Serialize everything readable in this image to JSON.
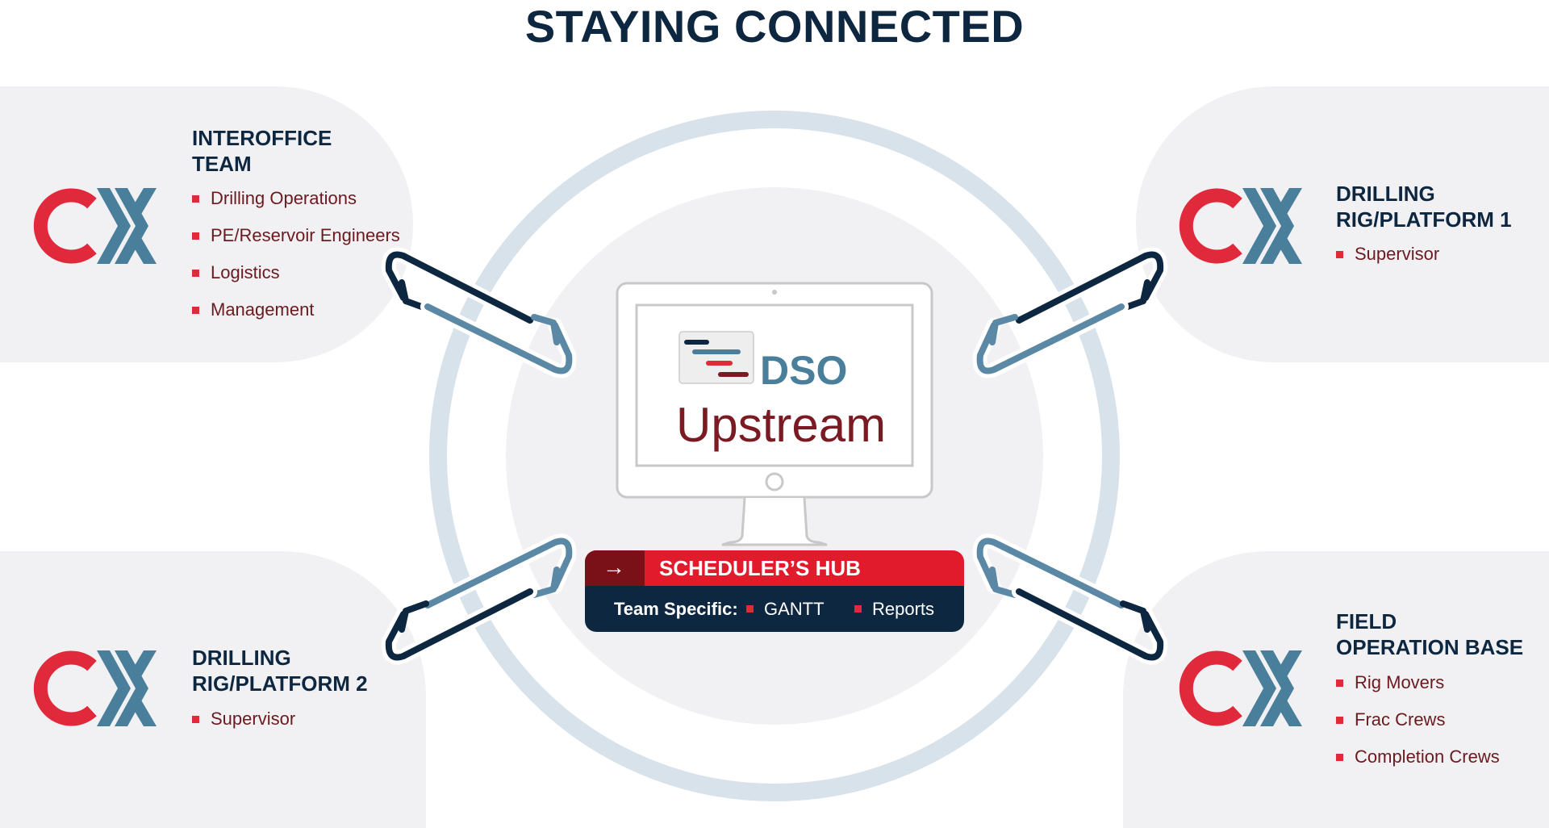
{
  "title": "STAYING CONNECTED",
  "center": {
    "logo_text": "DSO",
    "product": "Upstream",
    "hub": {
      "arrow_icon": "arrow-right-icon",
      "title": "SCHEDULER’S HUB",
      "label": "Team Specific:",
      "items": [
        "GANTT",
        "Reports"
      ]
    }
  },
  "groups": [
    {
      "logo": "CX",
      "title_lines": [
        "INTEROFFICE",
        "TEAM"
      ],
      "items": [
        "Drilling Operations",
        "PE/Reservoir Engineers",
        "Logistics",
        "Management"
      ]
    },
    {
      "logo": "CX",
      "title_lines": [
        "DRILLING",
        "RIG/PLATFORM 1"
      ],
      "items": [
        "Supervisor"
      ]
    },
    {
      "logo": "CX",
      "title_lines": [
        "DRILLING",
        "RIG/PLATFORM 2"
      ],
      "items": [
        "Supervisor"
      ]
    },
    {
      "logo": "CX",
      "title_lines": [
        "FIELD",
        "OPERATION BASE"
      ],
      "items": [
        "Rig Movers",
        "Frac Crews",
        "Completion Crews"
      ]
    }
  ],
  "colors": {
    "navy": "#0e2740",
    "red": "#e02a37",
    "dark_red": "#7b1a22",
    "steel_blue": "#4a7f9c",
    "panel_gray": "#f1f1f3",
    "ring": "#d8e2ea"
  }
}
